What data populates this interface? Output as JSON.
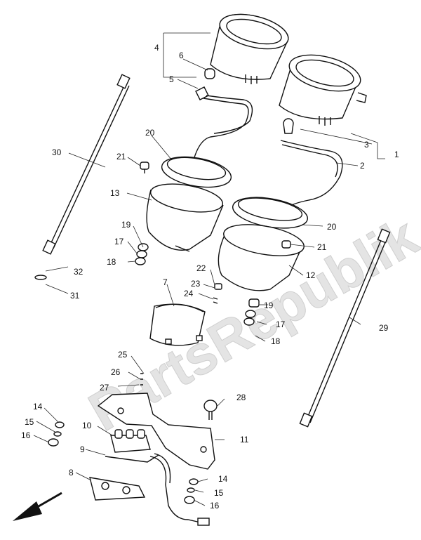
{
  "watermark": "PartsRepublik",
  "part_labels": {
    "p1": "1",
    "p2": "2",
    "p3": "3",
    "p4": "4",
    "p5": "5",
    "p6": "6",
    "p7": "7",
    "p8": "8",
    "p9": "9",
    "p10": "10",
    "p11": "11",
    "p12": "12",
    "p13": "13",
    "p14a": "14",
    "p14b": "14",
    "p15a": "15",
    "p15b": "15",
    "p16a": "16",
    "p16b": "16",
    "p17a": "17",
    "p17b": "17",
    "p18a": "18",
    "p18b": "18",
    "p19a": "19",
    "p19b": "19",
    "p20a": "20",
    "p20b": "20",
    "p21a": "21",
    "p21b": "21",
    "p22": "22",
    "p23": "23",
    "p24": "24",
    "p25": "25",
    "p26": "26",
    "p27": "27",
    "p28": "28",
    "p29": "29",
    "p30": "30",
    "p31": "31",
    "p32": "32"
  },
  "icons": {
    "front_direction": "direction-arrow-icon"
  }
}
